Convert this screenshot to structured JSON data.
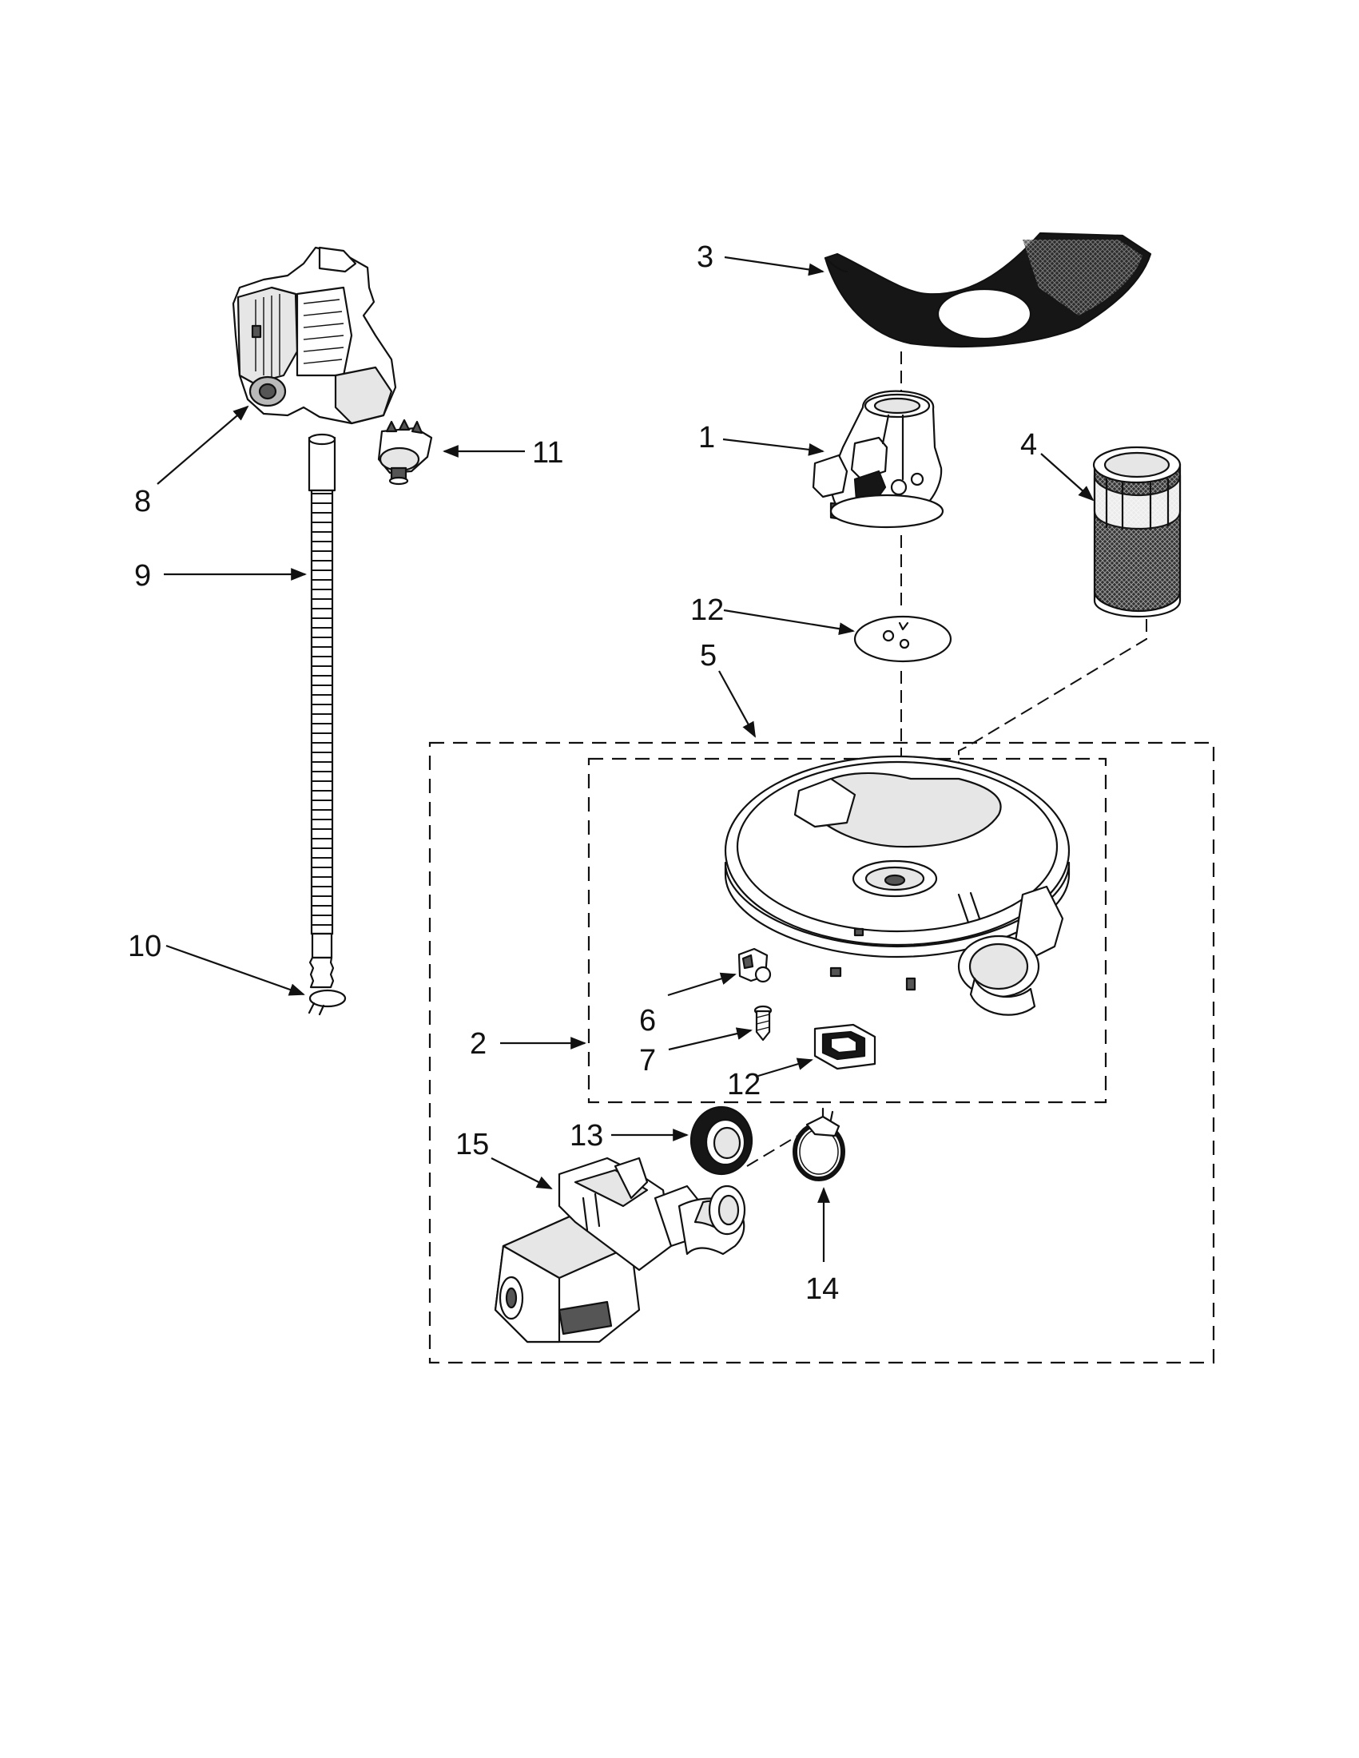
{
  "callouts": {
    "c1": "1",
    "c2": "2",
    "c3": "3",
    "c4": "4",
    "c5": "5",
    "c6": "6",
    "c7": "7",
    "c8": "8",
    "c9": "9",
    "c10": "10",
    "c11": "11",
    "c12a": "12",
    "c12b": "12",
    "c13": "13",
    "c14": "14",
    "c15": "15"
  },
  "colors": {
    "ink": "#111111",
    "background": "#ffffff"
  }
}
